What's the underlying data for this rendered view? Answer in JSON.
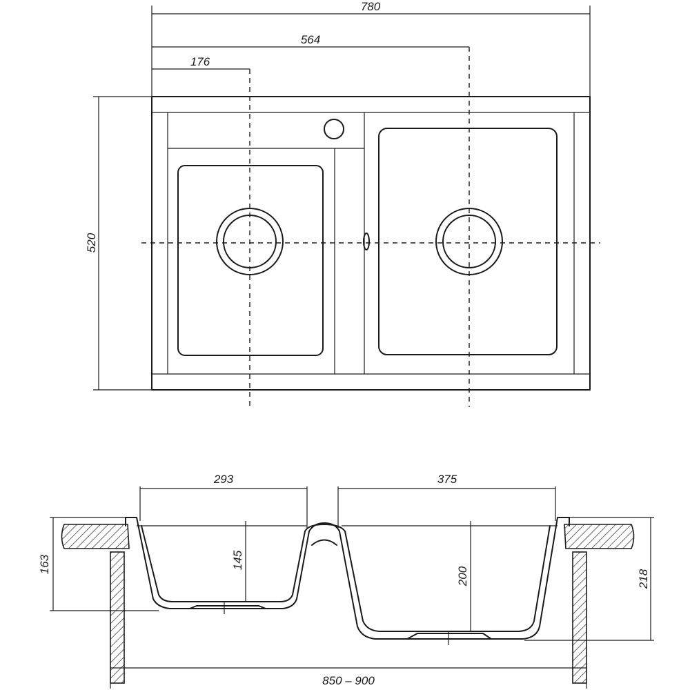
{
  "top_view": {
    "overall_width": "780",
    "right_drain_offset": "564",
    "left_drain_offset": "176",
    "depth": "520"
  },
  "section_view": {
    "left_bowl_width": "293",
    "right_bowl_width": "375",
    "left_bowl_depth": "145",
    "right_bowl_depth": "200",
    "left_total_height": "163",
    "right_total_height": "218",
    "cabinet_width": "850 – 900"
  }
}
